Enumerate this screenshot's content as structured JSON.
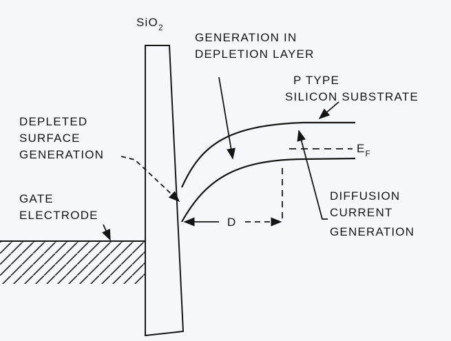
{
  "labels": {
    "oxide": "SiO",
    "oxide_sub": "2",
    "generation_depletion": [
      "GENERATION IN",
      "DEPLETION LAYER"
    ],
    "substrate": [
      "P TYPE",
      "SILICON SUBSTRATE"
    ],
    "depleted_surface": [
      "DEPLETED",
      "SURFACE",
      "GENERATION"
    ],
    "fermi": "E",
    "fermi_sub": "F",
    "diffusion": [
      "DIFFUSION",
      "CURRENT",
      "GENERATION"
    ],
    "gate": [
      "GATE",
      "ELECTRODE"
    ],
    "depletion_width": "D"
  },
  "colors": {
    "ink": "#141414",
    "paper": "#f6f7fb"
  }
}
